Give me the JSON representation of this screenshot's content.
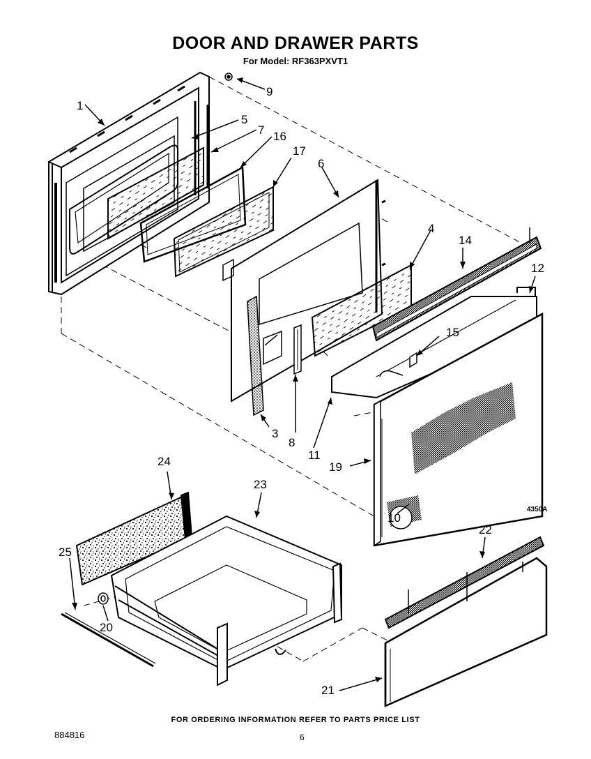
{
  "header": {
    "title": "DOOR AND DRAWER PARTS",
    "subtitle": "For Model: RF363PXVT1"
  },
  "figure_code": "4350A",
  "footer": {
    "ordering_note": "FOR ORDERING INFORMATION REFER TO PARTS PRICE LIST",
    "doc_number": "884816",
    "page_number": "6"
  },
  "parts": [
    {
      "id": "p1",
      "label": "1"
    },
    {
      "id": "p3",
      "label": "3"
    },
    {
      "id": "p4",
      "label": "4"
    },
    {
      "id": "p5",
      "label": "5"
    },
    {
      "id": "p6",
      "label": "6"
    },
    {
      "id": "p7",
      "label": "7"
    },
    {
      "id": "p8",
      "label": "8"
    },
    {
      "id": "p9",
      "label": "9"
    },
    {
      "id": "p10",
      "label": "10"
    },
    {
      "id": "p11",
      "label": "11"
    },
    {
      "id": "p12",
      "label": "12"
    },
    {
      "id": "p14",
      "label": "14"
    },
    {
      "id": "p15",
      "label": "15"
    },
    {
      "id": "p16",
      "label": "16"
    },
    {
      "id": "p17",
      "label": "17"
    },
    {
      "id": "p19",
      "label": "19"
    },
    {
      "id": "p20",
      "label": "20"
    },
    {
      "id": "p21",
      "label": "21"
    },
    {
      "id": "p22",
      "label": "22"
    },
    {
      "id": "p23",
      "label": "23"
    },
    {
      "id": "p24",
      "label": "24"
    },
    {
      "id": "p25",
      "label": "25"
    }
  ]
}
